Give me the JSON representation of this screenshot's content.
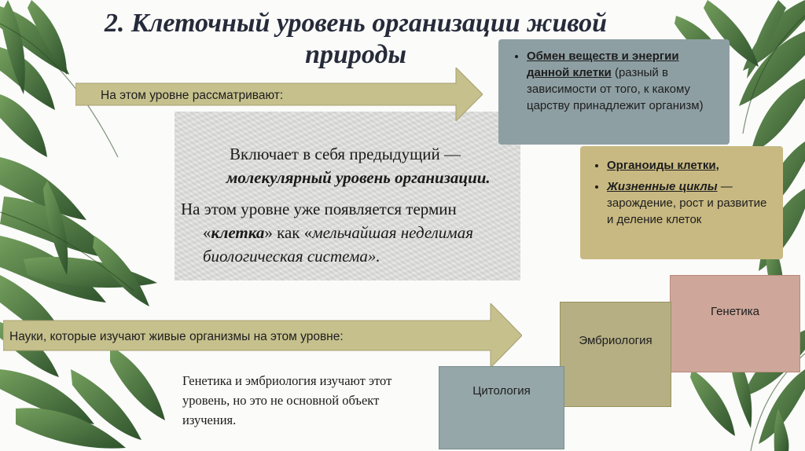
{
  "title": {
    "line1": "2. Клеточный уровень организации живой",
    "line2": "природы"
  },
  "arrows": {
    "top_label": "На этом уровне рассматривают:",
    "bottom_label": "Науки, которые изучают живые организмы на этом уровне:"
  },
  "main": {
    "line1": "Включает в себя предыдущий —",
    "line2": "молекулярный уровень организации.",
    "line3": "На этом уровне уже появляется термин",
    "line4_open": "«",
    "line4_term": "клетка",
    "line4_close": "» как «",
    "line4_italic": "мельчайшая неделимая",
    "line5": "биологическая система».",
    "line5_dot": "."
  },
  "box1": {
    "bullet": "Обмен веществ и энергии данной клетки",
    "rest": " (разный в зависимости от того, к какому царству принадлежит организм)"
  },
  "box2": {
    "bullet1": "Органоиды клетки,",
    "bullet2_term": "Жизненные циклы",
    "bullet2_rest": " — зарождение, рост и развитие и деление клеток"
  },
  "steps": {
    "step1": "Цитология",
    "step2": "Эмбриология",
    "step3": "Генетика"
  },
  "bottom_text": "Генетика и эмбриология изучают этот уровень, но это не основной объект изучения.",
  "colors": {
    "arrow_fill": "#c6c08d",
    "box1_fill": "#8e9fa3",
    "box2_fill": "#c8b982",
    "step1_fill": "#95a7a9",
    "step2_fill": "#b6af83",
    "step3_fill": "#cea79a",
    "leaf_dark": "#2d5a2a",
    "leaf_light": "#5d8c49"
  }
}
